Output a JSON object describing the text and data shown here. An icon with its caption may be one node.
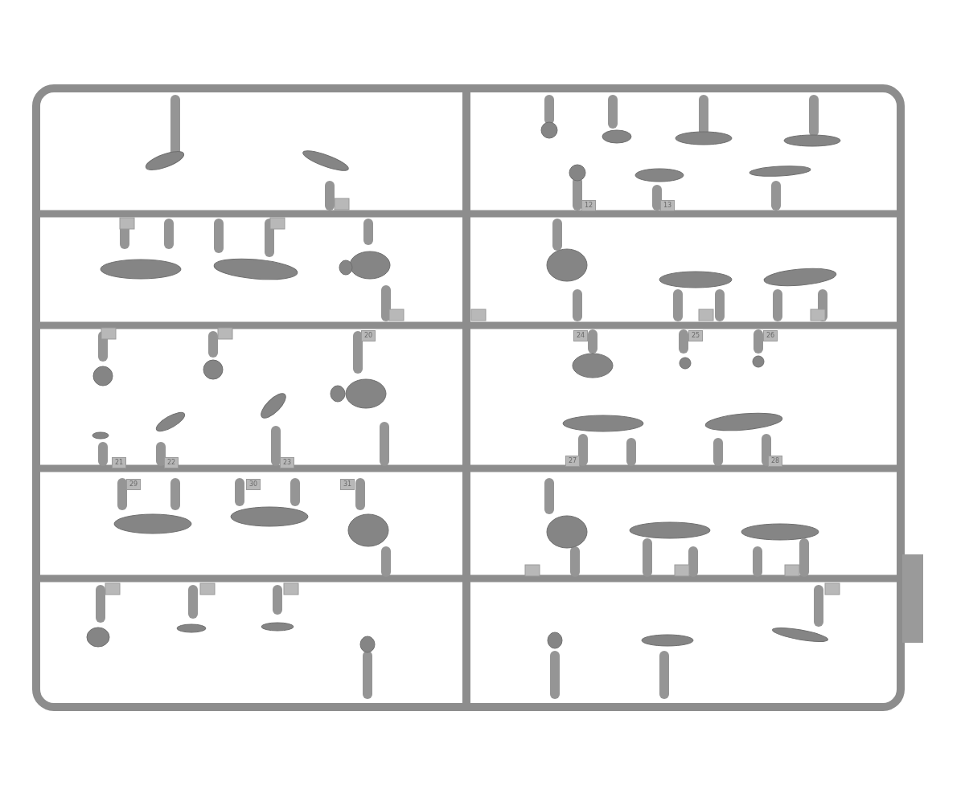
{
  "diagram": {
    "labels": [
      "12",
      "13",
      "20",
      "24",
      "25",
      "26",
      "21",
      "22",
      "23",
      "27",
      "28",
      "29",
      "30",
      "31"
    ]
  }
}
